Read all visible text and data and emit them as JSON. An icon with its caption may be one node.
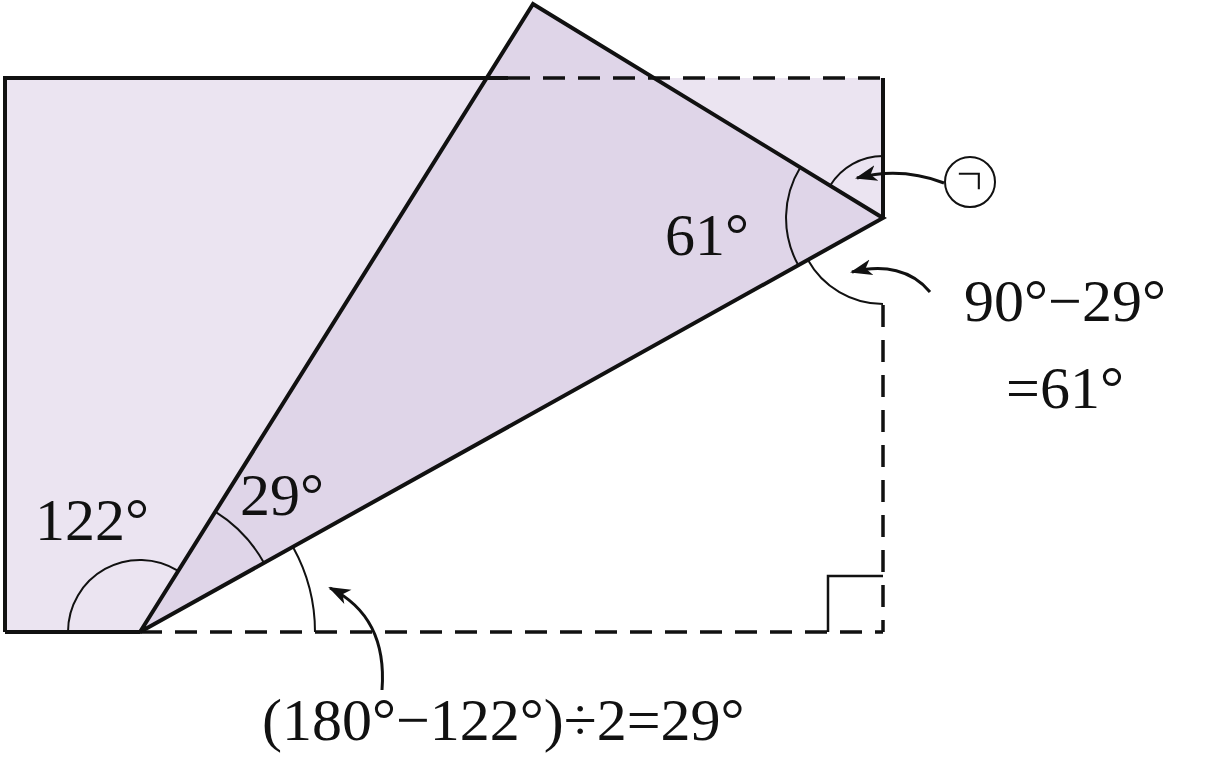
{
  "diagram": {
    "nodes": [
      {
        "text": [
          "ㄱ"
        ]
      },
      {
        "text": [
          "90°−29° =61°"
        ]
      },
      {
        "text": [
          "(180°−122°)÷2=29°"
        ]
      },
      {
        "text": [],
        "shape": "arc"
      },
      {
        "text": [],
        "shape": "arc"
      },
      {
        "text": [],
        "shape": "arc"
      }
    ],
    "edges": [
      {
        "from": 0,
        "to": 3,
        "arrow": "to"
      },
      {
        "from": 1,
        "to": 4,
        "arrow": "to"
      },
      {
        "from": 2,
        "to": 5,
        "arrow": "to"
      }
    ],
    "labels": [
      "122°",
      "29°",
      "61°"
    ]
  }
}
